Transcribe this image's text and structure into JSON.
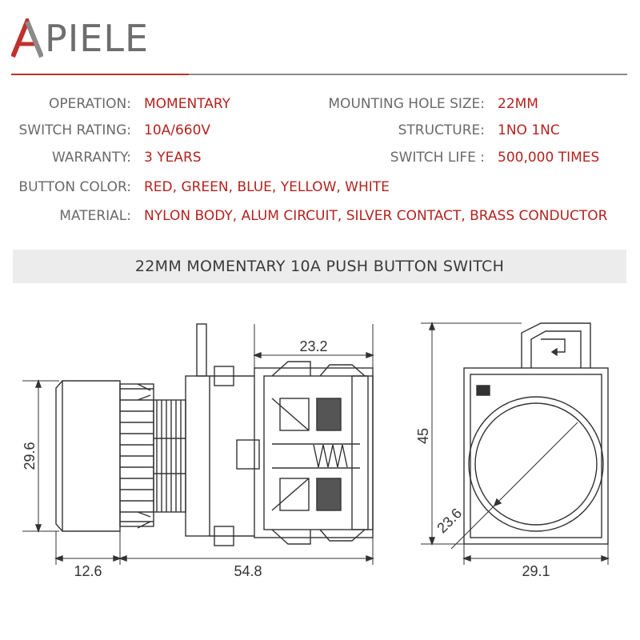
{
  "brand": {
    "name": "PIELE",
    "accent_color": "#c0312d",
    "text_color": "#6e6e6e"
  },
  "specs": {
    "operation": {
      "label": "OPERATION:",
      "value": "MOMENTARY"
    },
    "switch_rating": {
      "label": "SWITCH RATING:",
      "value": "10A/660V"
    },
    "warranty": {
      "label": "WARRANTY:",
      "value": "3 YEARS"
    },
    "button_color": {
      "label": "BUTTON COLOR:",
      "value": "RED, GREEN, BLUE, YELLOW, WHITE"
    },
    "material": {
      "label": "MATERIAL:",
      "value": "NYLON BODY, ALUM CIRCUIT, SILVER CONTACT, BRASS CONDUCTOR"
    },
    "mounting_hole_size": {
      "label": "MOUNTING HOLE SIZE:",
      "value": "22MM"
    },
    "structure": {
      "label": "STRUCTURE:",
      "value": "1NO 1NC"
    },
    "switch_life": {
      "label": "SWITCH LIFE :",
      "value": "500,000 TIMES"
    }
  },
  "banner": {
    "title": "22MM MOMENTARY 10A PUSH BUTTON SWITCH"
  },
  "dimensions": {
    "contact_block_width": "23.2",
    "button_height": "29.6",
    "button_depth": "12.6",
    "body_length": "54.8",
    "total_height": "45",
    "button_diameter": "23.6",
    "front_width": "29.1"
  },
  "colors": {
    "value_red": "#b3231f",
    "label_grey": "#6a6a6a",
    "line": "#333333",
    "banner_bg": "#ececec"
  }
}
